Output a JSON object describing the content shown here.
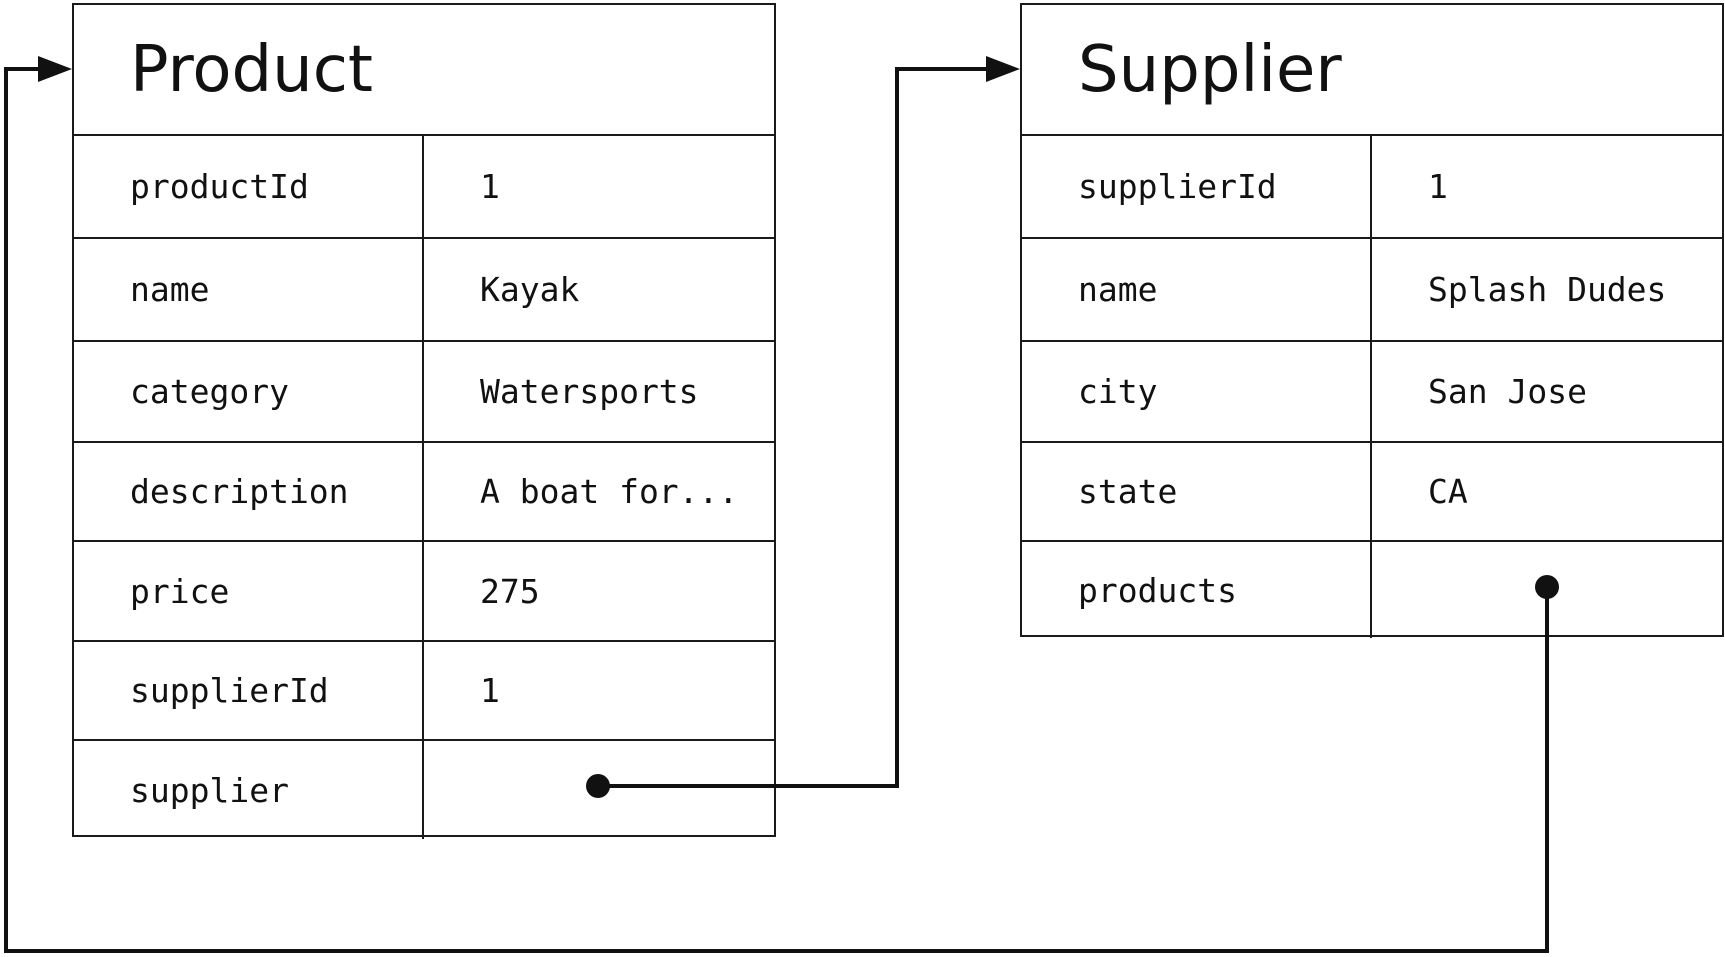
{
  "product": {
    "title": "Product",
    "rows": [
      {
        "key": "productId",
        "value": "1"
      },
      {
        "key": "name",
        "value": "Kayak"
      },
      {
        "key": "category",
        "value": "Watersports"
      },
      {
        "key": "description",
        "value": "A boat for..."
      },
      {
        "key": "price",
        "value": "275"
      },
      {
        "key": "supplierId",
        "value": "1"
      },
      {
        "key": "supplier",
        "value": ""
      }
    ]
  },
  "supplier": {
    "title": "Supplier",
    "rows": [
      {
        "key": "supplierId",
        "value": "1"
      },
      {
        "key": "name",
        "value": "Splash Dudes"
      },
      {
        "key": "city",
        "value": "San Jose"
      },
      {
        "key": "state",
        "value": "CA"
      },
      {
        "key": "products",
        "value": ""
      }
    ]
  },
  "links": [
    {
      "from": "product.supplier",
      "to": "supplier"
    },
    {
      "from": "supplier.products",
      "to": "product"
    }
  ],
  "colors": {
    "line": "#111111",
    "border": "#1a1a1a",
    "background": "#ffffff"
  }
}
